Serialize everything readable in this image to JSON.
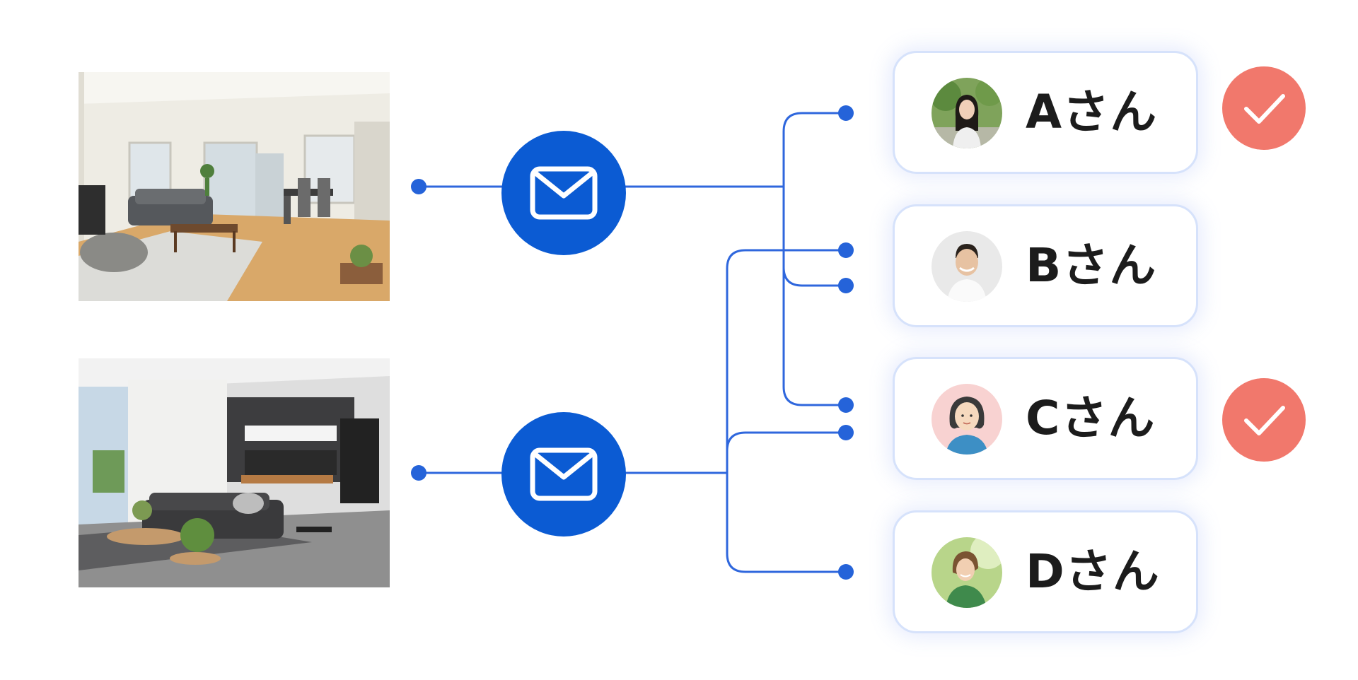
{
  "listings": [
    {
      "photo": "living-room-bright-photo"
    },
    {
      "photo": "living-room-modern-dark-photo"
    }
  ],
  "recipients": [
    {
      "label": "Aさん",
      "avatar": "woman-outdoor-avatar",
      "checked": true
    },
    {
      "label": "Bさん",
      "avatar": "man-smiling-avatar",
      "checked": false
    },
    {
      "label": "Cさん",
      "avatar": "illustrated-woman-avatar",
      "checked": true
    },
    {
      "label": "Dさん",
      "avatar": "woman-green-shirt-avatar",
      "checked": false
    }
  ],
  "icons": {
    "mail": "mail-icon",
    "check": "check-icon"
  },
  "colors": {
    "accent": "#0b5bd3",
    "line": "#2f67dd",
    "check_bg": "#f1786c",
    "card_border": "#d6e2fb"
  }
}
